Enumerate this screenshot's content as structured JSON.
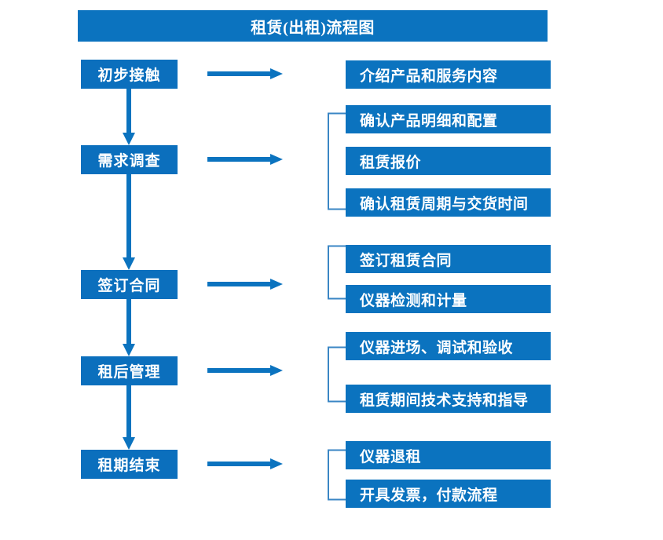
{
  "title": "租赁(出租)流程图",
  "colors": {
    "title_bg": "#0b73bf",
    "stage_bg": "#0b6fbd",
    "detail_bg": "#0b73bf",
    "arrow": "#0b73bf",
    "bracket": "#3a86c4",
    "text": "#ffffff",
    "page_bg": "#ffffff"
  },
  "stages": [
    {
      "label": "初步接触"
    },
    {
      "label": "需求调查"
    },
    {
      "label": "签订合同"
    },
    {
      "label": "租后管理"
    },
    {
      "label": "租期结束"
    }
  ],
  "groups": [
    {
      "stage": "初步接触",
      "bracket": false,
      "details": [
        {
          "label": "介绍产品和服务内容"
        }
      ]
    },
    {
      "stage": "需求调查",
      "bracket": true,
      "details": [
        {
          "label": "确认产品明细和配置"
        },
        {
          "label": "租赁报价"
        },
        {
          "label": "确认租赁周期与交货时间"
        }
      ]
    },
    {
      "stage": "签订合同",
      "bracket": true,
      "details": [
        {
          "label": "签订租赁合同"
        },
        {
          "label": "仪器检测和计量"
        }
      ]
    },
    {
      "stage": "租后管理",
      "bracket": true,
      "details": [
        {
          "label": "仪器进场、调试和验收"
        },
        {
          "label": "租赁期间技术支持和指导"
        }
      ]
    },
    {
      "stage": "租期结束",
      "bracket": true,
      "details": [
        {
          "label": "仪器退租"
        },
        {
          "label": "开具发票，付款流程"
        }
      ]
    }
  ],
  "connectors": {
    "horizontal_arrow_name": "right-arrow-icon",
    "vertical_arrow_name": "down-arrow-icon",
    "bracket_name": "group-bracket"
  }
}
